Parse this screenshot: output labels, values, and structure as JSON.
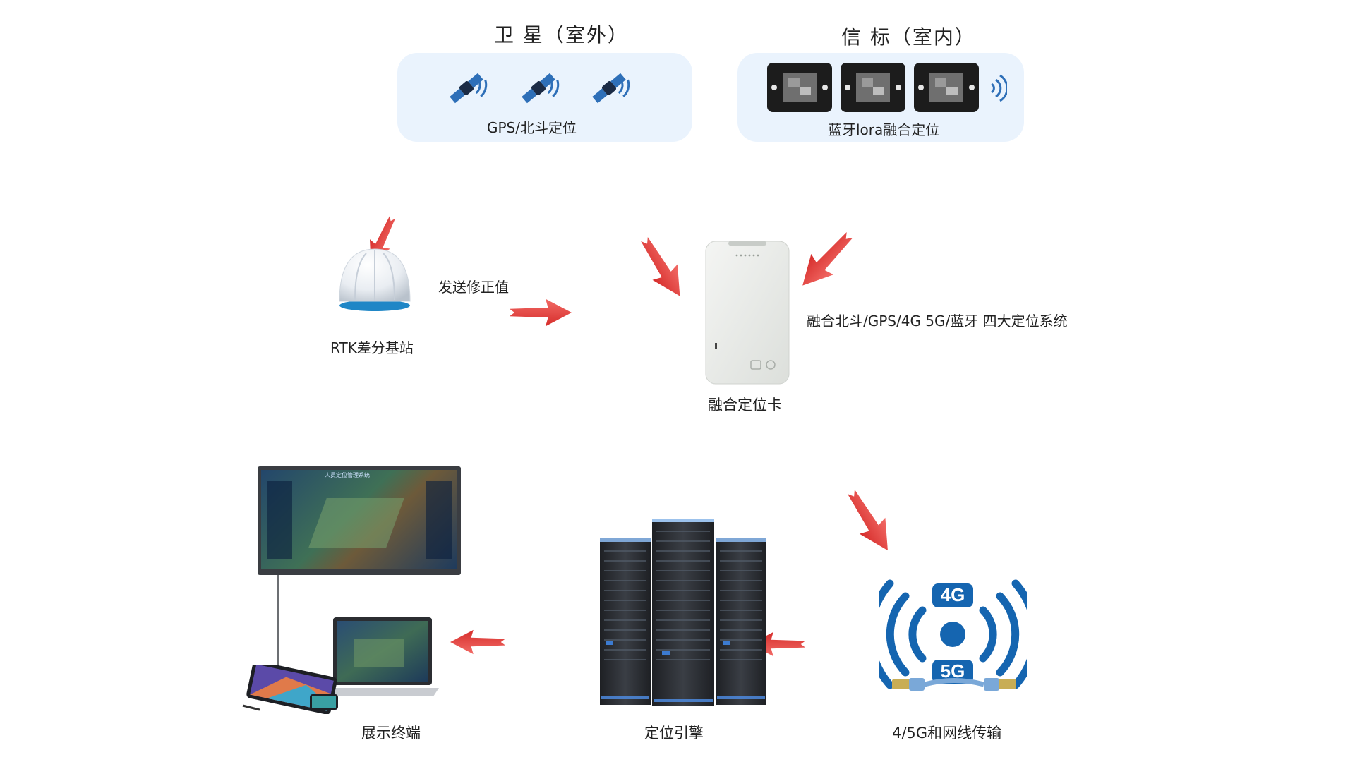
{
  "satellite": {
    "title": "卫  星（室外）",
    "caption": "GPS/北斗定位"
  },
  "beacon": {
    "title": "信  标（室内）",
    "caption": "蓝牙lora融合定位"
  },
  "rtk": {
    "label": "RTK差分基站",
    "send_label": "发送修正值"
  },
  "card": {
    "label": "融合定位卡",
    "description": "融合北斗/GPS/4G 5G/蓝牙    四大定位系统"
  },
  "network": {
    "label": "4/5G和网线传输",
    "badge_top": "4G",
    "badge_bottom": "5G"
  },
  "engine": {
    "label": "定位引擎"
  },
  "display": {
    "label": "展示终端",
    "screen_title": "人员定位管理系统"
  },
  "colors": {
    "arrow": "#e8403f",
    "panel": "#eaf3fd",
    "network_blue": "#1565b0",
    "server": "#2b2e33"
  }
}
